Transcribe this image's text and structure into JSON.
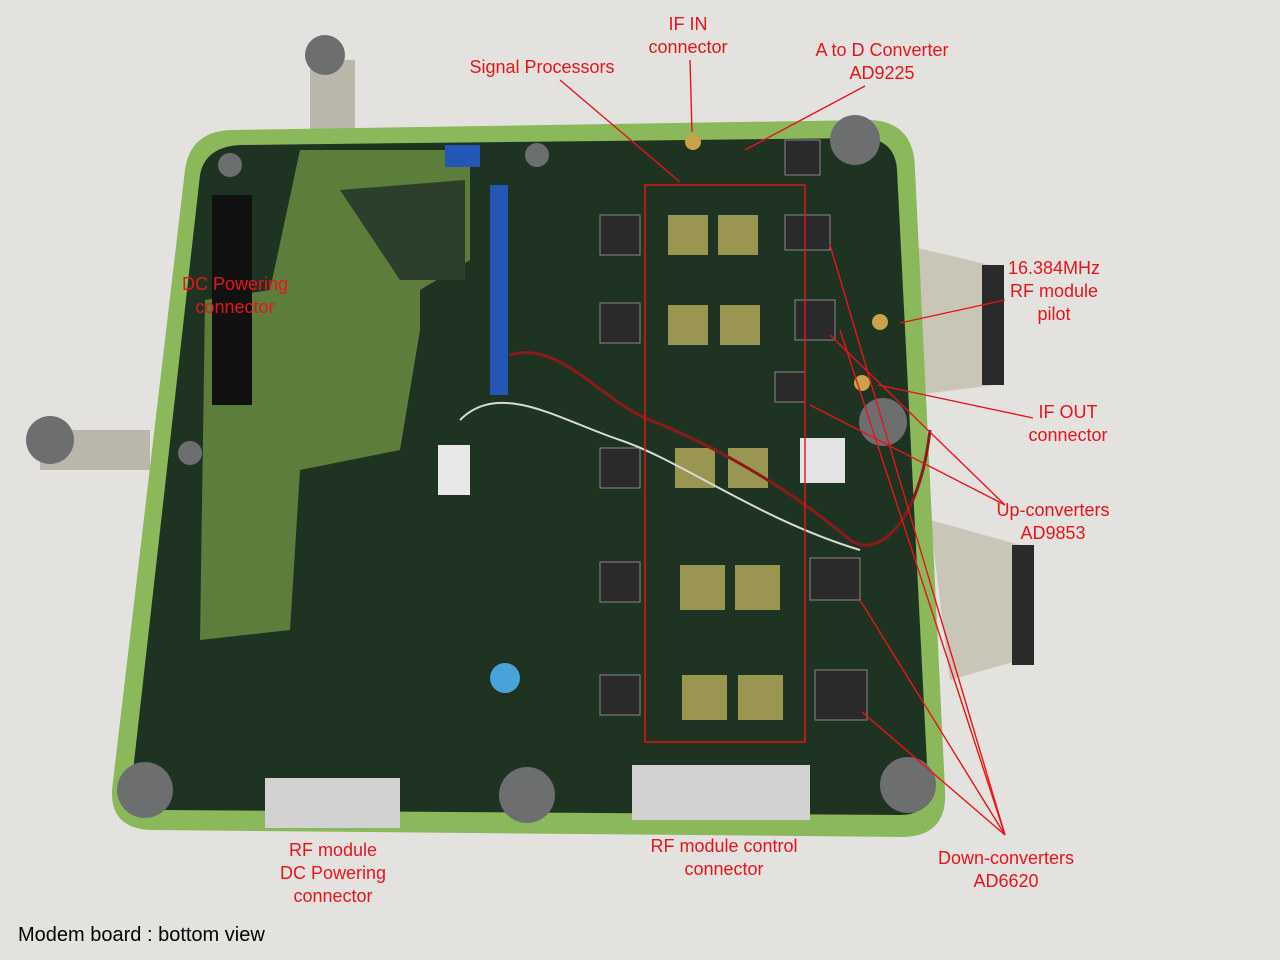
{
  "caption": "Modem board : bottom view",
  "labels": {
    "if_in": [
      "IF IN",
      "connector"
    ],
    "adc": [
      "A to D Converter",
      "AD9225"
    ],
    "signal_processors": "Signal Processors",
    "pilot": [
      "16.384MHz",
      "RF module",
      "pilot"
    ],
    "if_out": [
      "IF OUT",
      "connector"
    ],
    "up_converters": [
      "Up-converters",
      "AD9853"
    ],
    "down_converters": [
      "Down-converters",
      "AD6620"
    ],
    "rf_control": [
      "RF module control",
      "connector"
    ],
    "rf_dc_power": [
      "RF module",
      "DC Powering",
      "connector"
    ],
    "dc_power": [
      "DC Powering",
      "connector"
    ]
  },
  "colors": {
    "annotation": "#e8141a",
    "board_edge": "#8ab85a",
    "board_body": "#1f3322",
    "background": "#e4e2df"
  }
}
